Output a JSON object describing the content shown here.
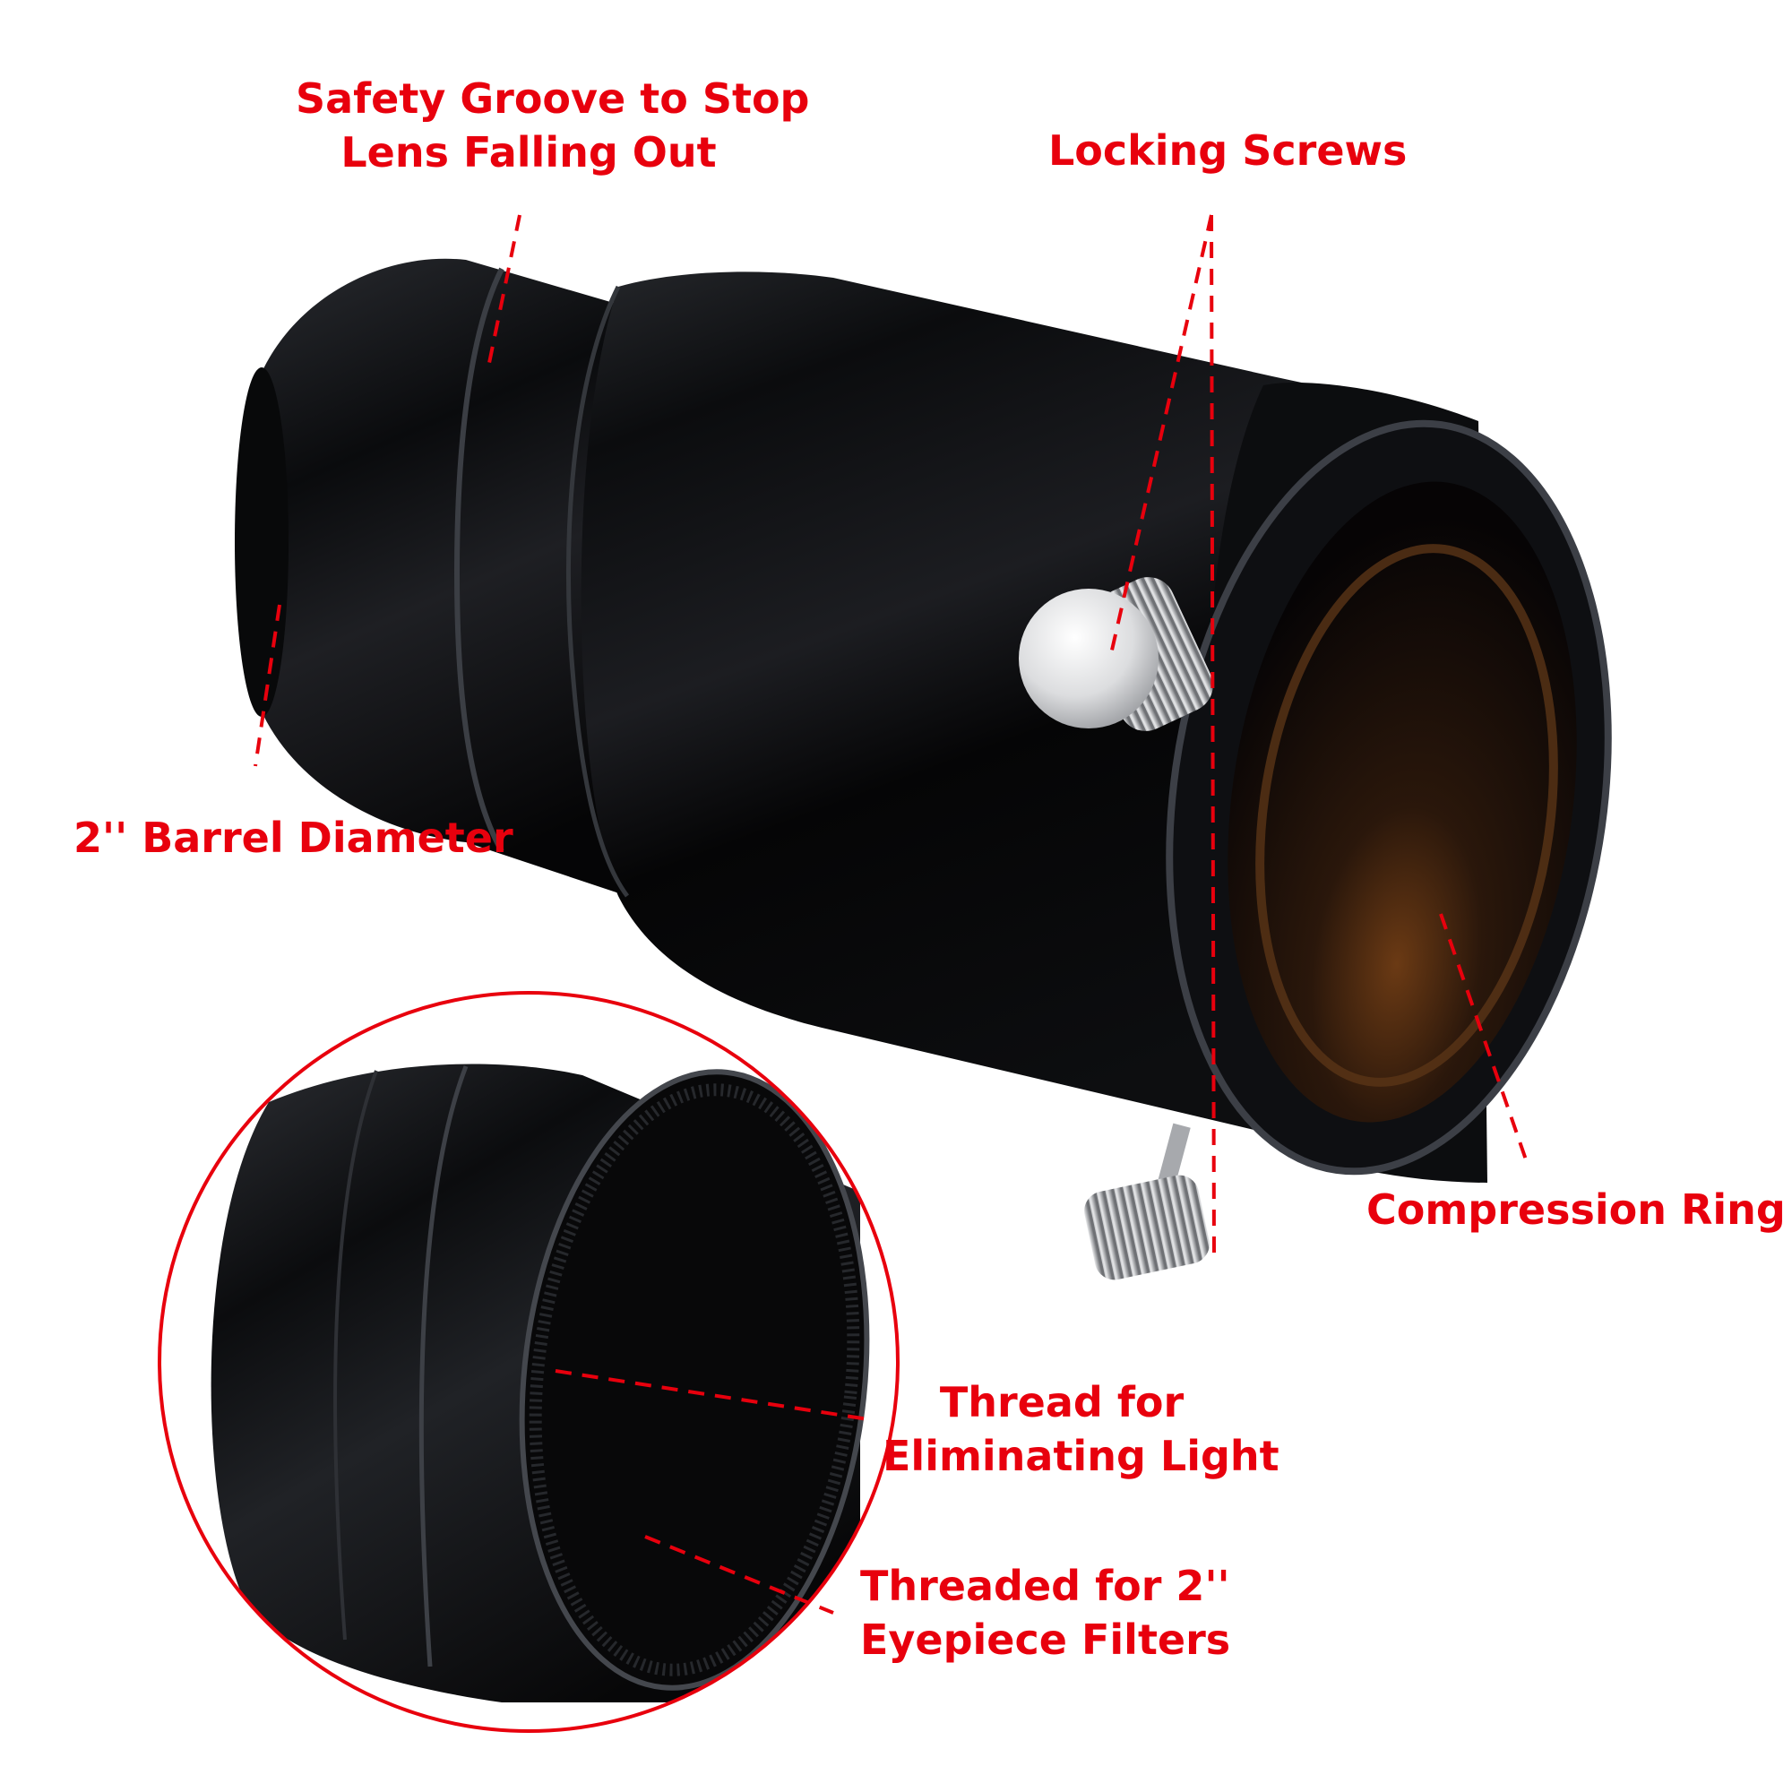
{
  "labels": {
    "safety_groove": [
      "Safety Groove to Stop",
      "Lens Falling Out"
    ],
    "locking_screws": "Locking Screws",
    "barrel_diameter": "2'' Barrel Diameter",
    "compression_ring": "Compression Ring",
    "thread_eliminating": [
      "Thread for",
      "Eliminating Light"
    ],
    "threaded_filters": [
      "Threaded for 2''",
      "Eyepiece Filters"
    ]
  },
  "colors": {
    "callout": "#e8000d",
    "body": "#0a0a0c",
    "highlight": "#3a3d44",
    "interior": "#2a1c10",
    "screw": "#d9dadb"
  }
}
